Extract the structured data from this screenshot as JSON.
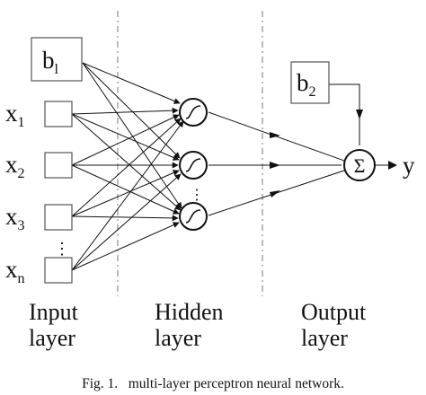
{
  "inputs": [
    {
      "base": "x",
      "sub": "1"
    },
    {
      "base": "x",
      "sub": "2"
    },
    {
      "base": "x",
      "sub": "3"
    },
    {
      "base": "x",
      "sub": "n"
    }
  ],
  "bias1": {
    "base": "b",
    "sub": "l"
  },
  "bias2": {
    "base": "b",
    "sub": "2"
  },
  "sum_symbol": "Σ",
  "output_symbol": "y",
  "vertical_ellipsis": "⋮",
  "layers": {
    "input": [
      "Input",
      "layer"
    ],
    "hidden": [
      "Hidden",
      "layer"
    ],
    "output": [
      "Output",
      "layer"
    ]
  },
  "caption": "Fig. 1.   multi-layer perceptron neural network."
}
